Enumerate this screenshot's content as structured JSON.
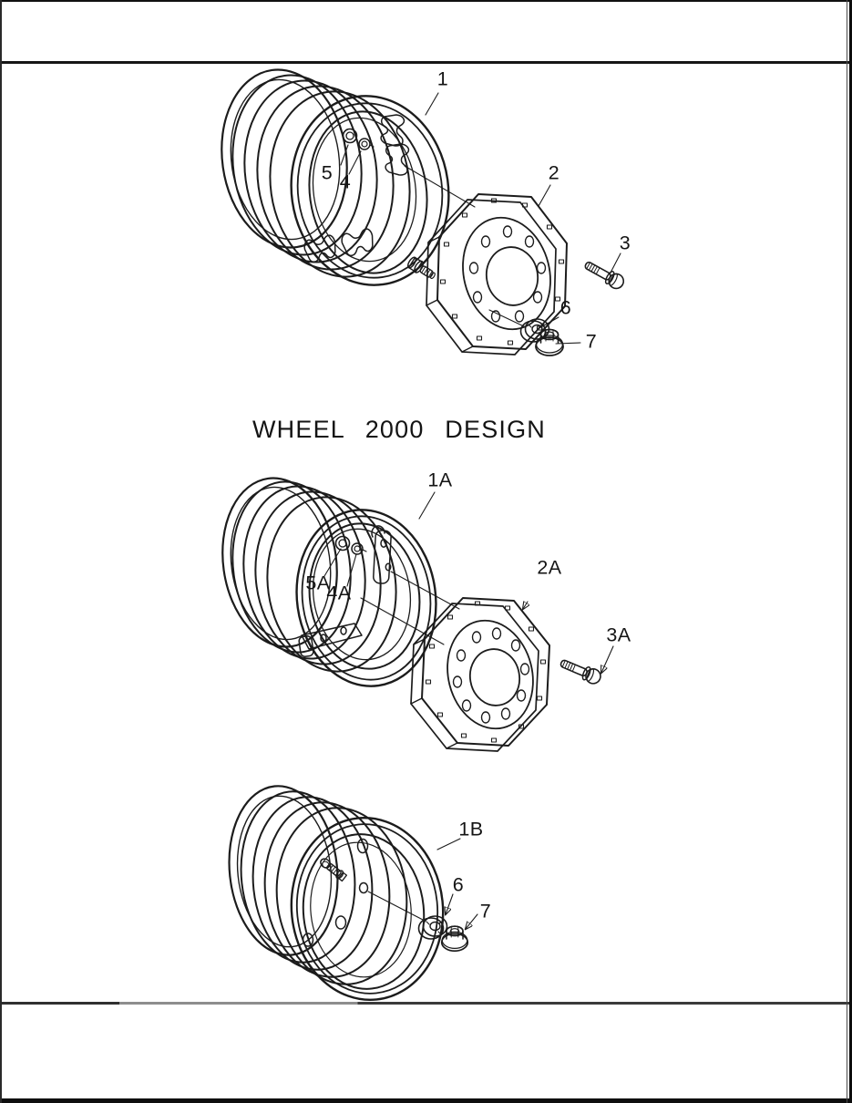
{
  "title": "WHEEL 2000 DESIGN",
  "ink_color": "#1c1c1c",
  "paper_color": "#ffffff",
  "d1": {
    "callouts": [
      "1",
      "2",
      "3",
      "4",
      "5",
      "6",
      "7"
    ]
  },
  "d2": {
    "callouts": [
      "1A",
      "2A",
      "3A",
      "4A",
      "5A"
    ]
  },
  "d3": {
    "callouts": [
      "1B",
      "6",
      "7"
    ]
  }
}
